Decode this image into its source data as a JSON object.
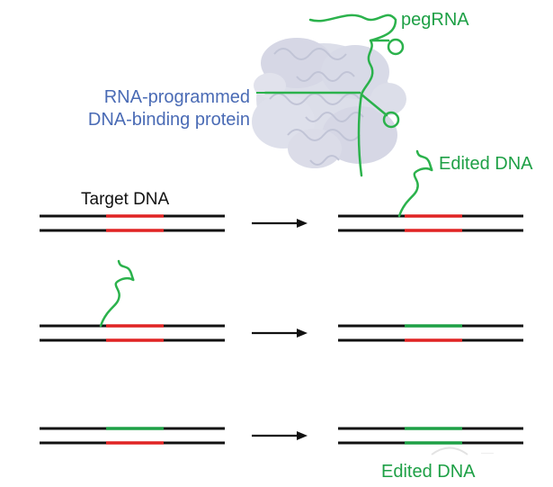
{
  "labels": {
    "pegrna": "pegRNA",
    "protein_line1": "RNA-programmed",
    "protein_line2": "DNA-binding protein",
    "edited_dna_top": "Edited DNA",
    "target_dna": "Target DNA",
    "edited_dna_bottom": "Edited DNA"
  },
  "colors": {
    "strand": "#111111",
    "target_segment": "#e02424",
    "edited_segment": "#1ea046",
    "pegrna": "#2bb24c",
    "protein": "#c9cbdc",
    "arrow": "#111111",
    "label_blue": "#4a6bb5",
    "label_green": "#1ea046"
  },
  "rows": [
    {
      "left": {
        "top": "target",
        "bottom": "target",
        "rna": false
      },
      "right": {
        "top": "target",
        "bottom": "target",
        "rna": true
      }
    },
    {
      "left": {
        "top": "target",
        "bottom": "target",
        "rna": true
      },
      "right": {
        "top": "edited",
        "bottom": "target",
        "rna": false
      }
    },
    {
      "left": {
        "top": "edited",
        "bottom": "target",
        "rna": false
      },
      "right": {
        "top": "edited",
        "bottom": "edited",
        "rna": false
      }
    }
  ]
}
